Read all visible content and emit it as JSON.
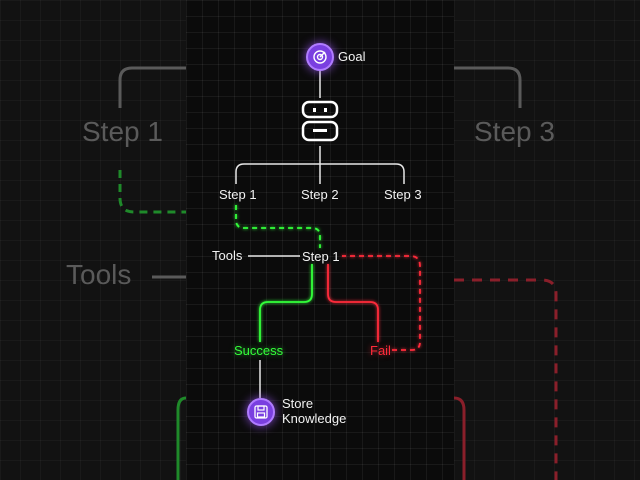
{
  "background": {
    "left_ghost": {
      "step": "Step 1",
      "tools": "Tools"
    },
    "right_ghost": {
      "step": "Step 3"
    }
  },
  "diagram": {
    "goal": "Goal",
    "top_steps": [
      "Step 1",
      "Step 2",
      "Step 3"
    ],
    "tools": "Tools",
    "current_step": "Step 1",
    "success": "Success",
    "fail": "Fail",
    "store_line1": "Store",
    "store_line2": "Knowledge"
  },
  "colors": {
    "accent_purple": "#8a4bff",
    "success_green": "#33ff3a",
    "fail_red": "#ff2b3a",
    "line_white": "#e8e8e8"
  },
  "icons": [
    "target-icon",
    "robot-icon",
    "floppy-disk-icon"
  ]
}
